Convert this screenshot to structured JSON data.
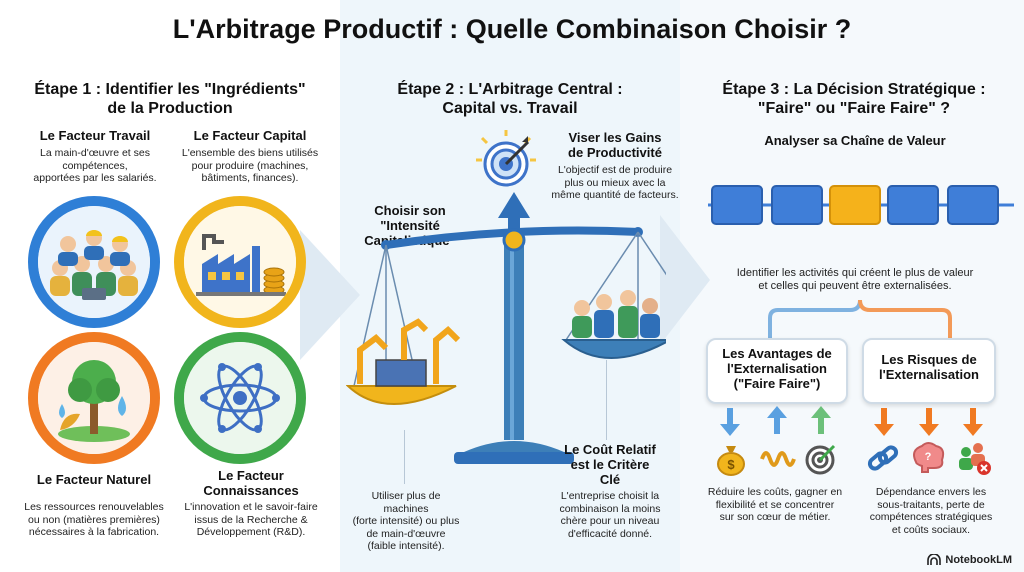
{
  "title": "L'Arbitrage Productif : Quelle Combinaison Choisir ?",
  "step1": {
    "title_line1": "Étape 1 : Identifier les \"Ingrédients\"",
    "title_line2": "de la Production",
    "travail": {
      "title": "Le Facteur Travail",
      "desc1": "La main-d'œuvre et ses",
      "desc2": "compétences,",
      "desc3": "apportées par les salariés."
    },
    "capital": {
      "title": "Le Facteur Capital",
      "desc1": "L'ensemble des biens utilisés",
      "desc2": "pour produire (machines,",
      "desc3": "bâtiments, finances)."
    },
    "naturel": {
      "title": "Le Facteur Naturel",
      "desc1": "Les ressources renouvelables",
      "desc2": "ou non (matières premières)",
      "desc3": "nécessaires à la fabrication."
    },
    "connaissances": {
      "title1": "Le Facteur",
      "title2": "Connaissances",
      "desc1": "L'innovation et le savoir-faire",
      "desc2": "issus de la Recherche &",
      "desc3": "Développement (R&D)."
    }
  },
  "step2": {
    "title_line1": "Étape 2 : L'Arbitrage Central :",
    "title_line2": "Capital vs. Travail",
    "gains": {
      "title1": "Viser les Gains",
      "title2": "de Productivité",
      "desc1": "L'objectif est de produire",
      "desc2": "plus ou mieux avec la",
      "desc3": "même quantité de facteurs."
    },
    "intensite": {
      "title1": "Choisir son",
      "title2": "\"Intensité",
      "title3": "Capitalistique\"",
      "desc1": "Utiliser plus de machines",
      "desc2": "(forte intensité) ou plus",
      "desc3": "de main-d'œuvre",
      "desc4": "(faible intensité)."
    },
    "cout": {
      "title1": "Le Coût Relatif",
      "title2": "est le Critère",
      "title3": "Clé",
      "desc1": "L'entreprise choisit la",
      "desc2": "combinaison la moins",
      "desc3": "chère pour un niveau",
      "desc4": "d'efficacité donné."
    }
  },
  "step3": {
    "title_line1": "Étape 3 : La Décision Stratégique :",
    "title_line2": "\"Faire\" ou \"Faire Faire\" ?",
    "chain_title": "Analyser sa Chaîne de Valeur",
    "chain_desc1": "Identifier les activités qui créent le plus de valeur",
    "chain_desc2": "et celles qui peuvent être externalisées.",
    "avantages": {
      "title1": "Les Avantages de",
      "title2": "l'Externalisation",
      "title3": "(\"Faire Faire\")",
      "desc1": "Réduire les coûts, gagner en",
      "desc2": "flexibilité et se concentrer",
      "desc3": "sur son cœur de métier."
    },
    "risques": {
      "title1": "Les Risques de",
      "title2": "l'Externalisation",
      "desc1": "Dépendance envers les",
      "desc2": "sous-traitants, perte de",
      "desc3": "compétences stratégiques",
      "desc4": "et coûts sociaux."
    }
  },
  "footer": "NotebookLM",
  "colors": {
    "blue": "#2f7fd6",
    "yellow": "#f1b51c",
    "orange": "#f07a22",
    "green": "#3fa84a",
    "scale": "#3d7fb8",
    "chain_blue": "#3f7ed8",
    "chain_gold": "#f5b21b"
  }
}
